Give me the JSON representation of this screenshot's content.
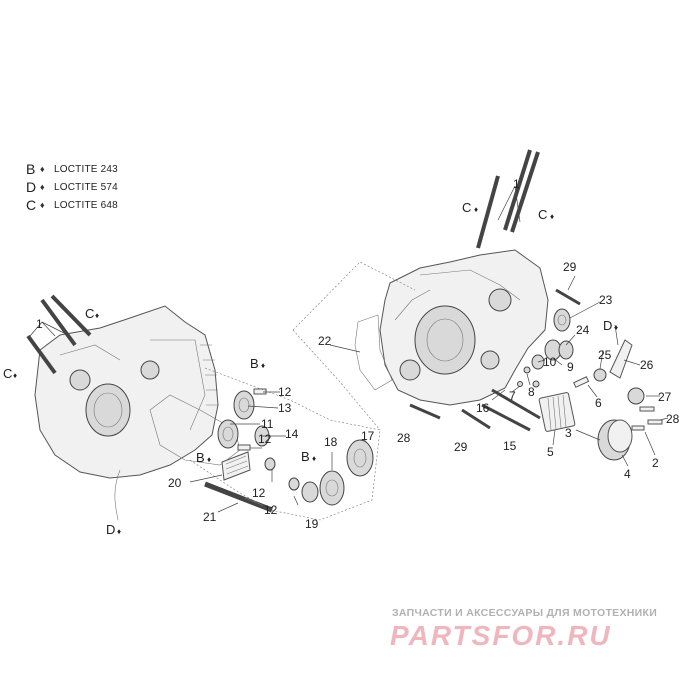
{
  "legend": [
    {
      "code": "B",
      "drop": "♦",
      "text": "LOCTITE 243"
    },
    {
      "code": "D",
      "drop": "♦",
      "text": "LOCTITE 574"
    },
    {
      "code": "C",
      "drop": "♦",
      "text": "LOCTITE 648"
    }
  ],
  "callouts": {
    "n1a": "1",
    "n1b": "1",
    "n2": "2",
    "n3": "3",
    "n4": "4",
    "n5": "5",
    "n6": "6",
    "n7": "7",
    "n8": "8",
    "n9": "9",
    "n10": "10",
    "n11": "11",
    "n12a": "12",
    "n12b": "12",
    "n12c": "12",
    "n12d": "12",
    "n13": "13",
    "n14": "14",
    "n15": "15",
    "n16": "16",
    "n17": "17",
    "n18": "18",
    "n19": "19",
    "n20": "20",
    "n21": "21",
    "n22": "22",
    "n23": "23",
    "n24": "24",
    "n25": "25",
    "n26": "26",
    "n27": "27",
    "n28a": "28",
    "n28b": "28",
    "n29a": "29",
    "n29b": "29"
  },
  "markers": {
    "c1": "C",
    "c2": "C",
    "c3": "C",
    "c4": "C",
    "b1": "B",
    "b2": "B",
    "b3": "B",
    "d1": "D",
    "d2": "D",
    "drop": "♦"
  },
  "footer": {
    "subtitle": "ЗАПЧАСТИ И АКСЕССУАРЫ ДЛЯ МОТОТЕХНИКИ",
    "brand": "PARTSFOR.RU"
  }
}
